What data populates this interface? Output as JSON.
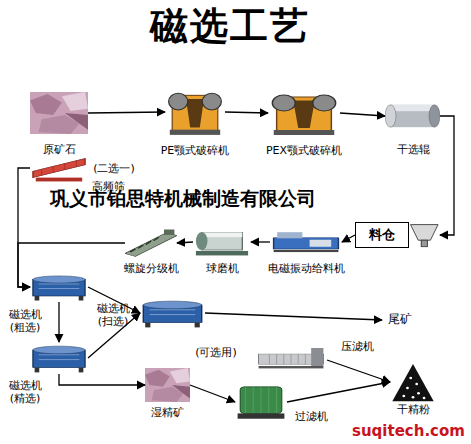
{
  "diagram": {
    "title": "磁选工艺",
    "nodes": [
      {
        "text": [
          "原矿石"
        ]
      },
      {
        "text": [
          "PE颚式破碎机"
        ]
      },
      {
        "text": [
          "PEX颚式破碎机"
        ]
      },
      {
        "text": [
          "干选辊"
        ]
      },
      {
        "text": [
          "高频筛",
          "(二选一)"
        ]
      },
      {
        "text": [
          "料仓"
        ]
      },
      {
        "text": [
          "螺旋分级机"
        ]
      },
      {
        "text": [
          "球磨机"
        ]
      },
      {
        "text": [
          "电磁振动给料机"
        ]
      },
      {
        "text": [
          "磁选机 (粗选)"
        ]
      },
      {
        "text": [
          "磁选机 (扫选)"
        ]
      },
      {
        "text": [
          "尾矿"
        ]
      },
      {
        "text": [
          "磁选机 (精选)"
        ]
      },
      {
        "text": [
          "压滤机",
          "(可选用)"
        ]
      },
      {
        "text": [
          "湿精矿"
        ]
      },
      {
        "text": [
          "过滤机"
        ]
      },
      {
        "text": [
          "干精粉"
        ]
      }
    ],
    "edges": [
      {
        "from": 0,
        "to": 1,
        "arrow": "to"
      },
      {
        "from": 1,
        "to": 2,
        "arrow": "to"
      },
      {
        "from": 2,
        "to": 3,
        "arrow": "to"
      },
      {
        "from": 3,
        "to": 5,
        "arrow": "to"
      },
      {
        "from": 5,
        "to": 8,
        "arrow": "to"
      },
      {
        "from": 8,
        "to": 7,
        "arrow": "to"
      },
      {
        "from": 7,
        "to": 6,
        "arrow": "to"
      },
      {
        "from": 6,
        "to": 9,
        "arrow": "to"
      },
      {
        "from": 4,
        "to": 9,
        "arrow": "to"
      },
      {
        "from": 9,
        "to": 10,
        "arrow": "to"
      },
      {
        "from": 9,
        "to": 12,
        "arrow": "to"
      },
      {
        "from": 12,
        "to": 10,
        "arrow": "to"
      },
      {
        "from": 10,
        "to": 11,
        "arrow": "to"
      },
      {
        "from": 12,
        "to": 14,
        "arrow": "to"
      },
      {
        "from": 14,
        "to": 15,
        "arrow": "to"
      },
      {
        "from": 15,
        "to": 16,
        "arrow": "to"
      },
      {
        "from": 13,
        "to": 16,
        "arrow": "to"
      }
    ],
    "labels": [
      "巩义市铂思特机械制造有限公司",
      "suqitech.com"
    ]
  }
}
